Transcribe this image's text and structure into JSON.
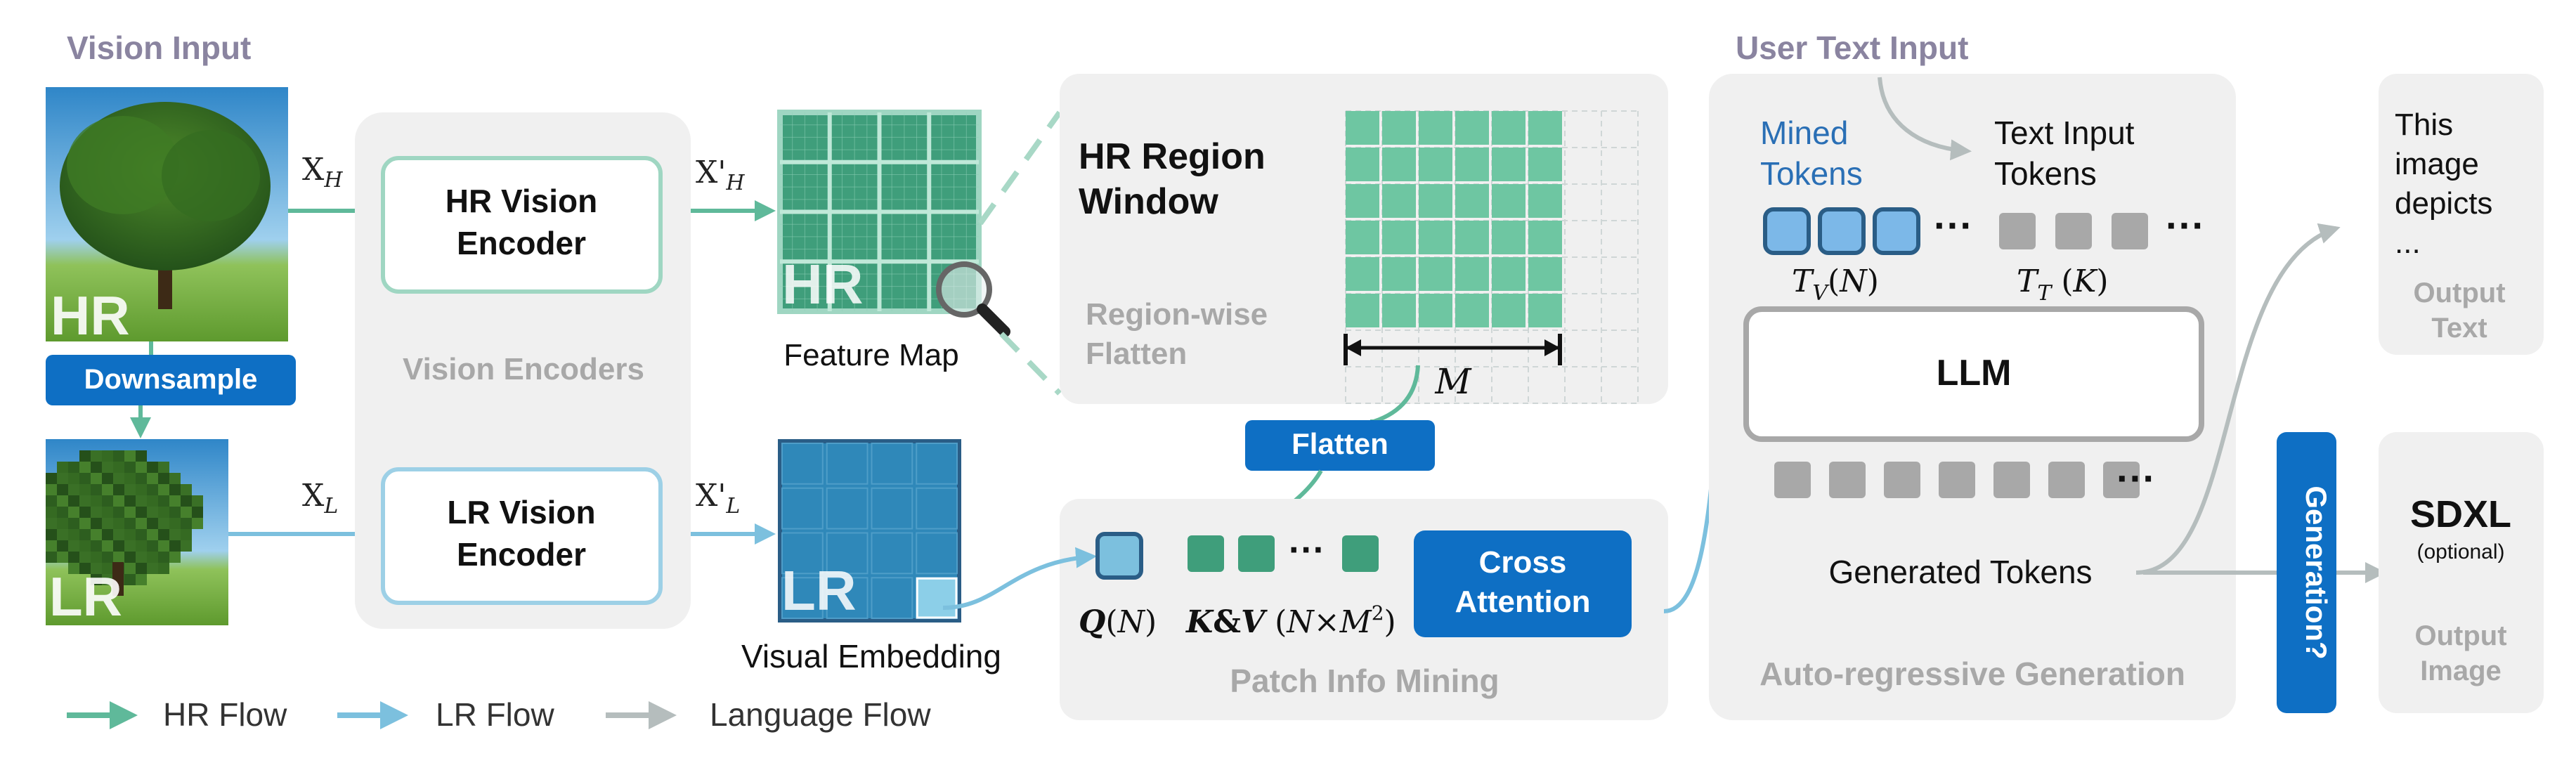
{
  "colors": {
    "hr_flow": "#5fb99a",
    "lr_flow": "#7cc0de",
    "language_flow": "#b5bdbd",
    "panel_bg": "#f0f0f0",
    "blue_button": "#0e6fc4",
    "header_gray": "#8a84a0",
    "hr_grid": "#3f9e7b",
    "lr_grid": "#2f88b9"
  },
  "vision_input": {
    "title": "Vision Input",
    "hr_label": "HR",
    "lr_label": "LR",
    "downsample_label": "Downsample",
    "x_h": "XH",
    "x_l": "XL"
  },
  "encoders": {
    "hr_encoder": "HR Vision Encoder",
    "lr_encoder": "LR Vision Encoder",
    "caption": "Vision Encoders",
    "xh_prime": "X'H",
    "xl_prime": "X'L"
  },
  "feature_map": {
    "badge": "HR",
    "caption": "Feature Map"
  },
  "visual_embedding": {
    "badge": "LR",
    "caption": "Visual Embedding"
  },
  "hr_region": {
    "title": "HR Region Window",
    "subtitle": "Region-wise Flatten",
    "m_label": "M",
    "flatten_label": "Flatten"
  },
  "patch_mining": {
    "q_label": "Q(N)",
    "kv_label": "K&V (N×M²)",
    "cross_attention": "Cross Attention",
    "caption": "Patch Info Mining",
    "dots": "···"
  },
  "generation": {
    "user_text_input": "User Text Input",
    "mined_tokens": "Mined Tokens",
    "text_input_tokens": "Text Input Tokens",
    "tv_label": "TV(N)",
    "tt_label": "TT (K)",
    "llm": "LLM",
    "generated_tokens": "Generated Tokens",
    "caption": "Auto-regressive Generation",
    "dots": "···"
  },
  "outputs": {
    "text_lines": [
      "This",
      "image",
      "depicts",
      "..."
    ],
    "output_text_caption": "Output Text",
    "generation_button": "Generation?",
    "sdxl": "SDXL",
    "optional": "(optional)",
    "output_image_caption": "Output Image"
  },
  "legend": {
    "hr_flow": "HR Flow",
    "lr_flow": "LR Flow",
    "language_flow": "Language Flow"
  }
}
